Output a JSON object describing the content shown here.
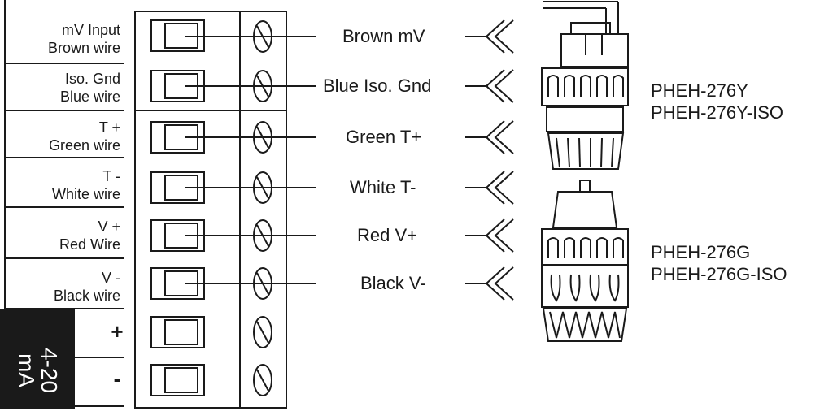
{
  "terminal_labels": [
    {
      "line1": "mV Input",
      "line2": "Brown wire"
    },
    {
      "line1": "Iso. Gnd",
      "line2": "Blue wire"
    },
    {
      "line1": "T +",
      "line2": "Green wire"
    },
    {
      "line1": "T -",
      "line2": "White wire"
    },
    {
      "line1": "V +",
      "line2": "Red Wire"
    },
    {
      "line1": "V -",
      "line2": "Black wire"
    }
  ],
  "current_loop": {
    "label_line1": "4-20",
    "label_line2": "mA",
    "plus": "+",
    "minus": "-"
  },
  "wires": [
    "Brown mV",
    "Blue Iso. Gnd",
    "Green T+",
    "White T-",
    "Red V+",
    "Black V-"
  ],
  "sensors": [
    {
      "model1": "PHEH-276Y",
      "model2": "PHEH-276Y-ISO"
    },
    {
      "model1": "PHEH-276G",
      "model2": "PHEH-276G-ISO"
    }
  ]
}
